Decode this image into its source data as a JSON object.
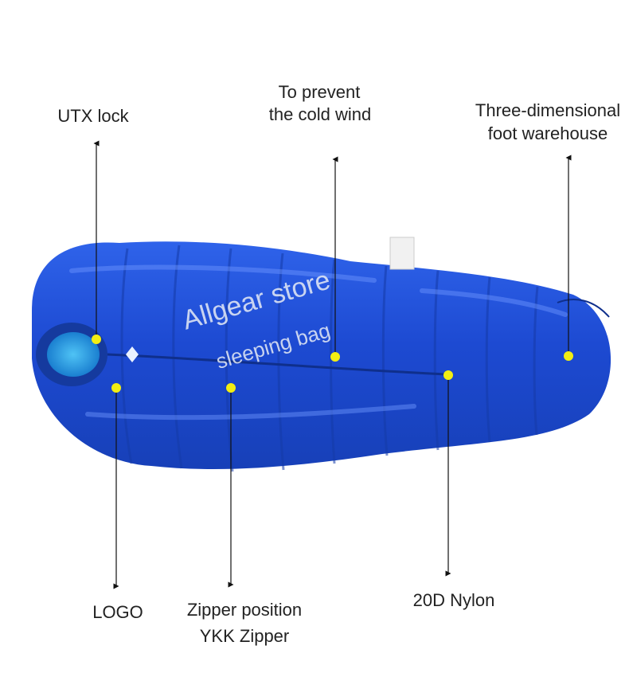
{
  "callouts": {
    "utx_lock": "UTX lock",
    "cold_wind_line1": "To prevent",
    "cold_wind_line2": "the cold wind",
    "foot_line1": "Three-dimensional",
    "foot_line2": "foot warehouse",
    "logo": "LOGO",
    "zipper_line1": "Zipper position",
    "zipper_line2": "YKK Zipper",
    "nylon": "20D Nylon"
  },
  "watermark": {
    "line1": "Allgear store",
    "line2": "sleeping bag"
  },
  "colors": {
    "bag_blue": "#1f4fd6",
    "hood_inner": "#2aa8e8",
    "marker_yellow": "#f2ee12"
  }
}
